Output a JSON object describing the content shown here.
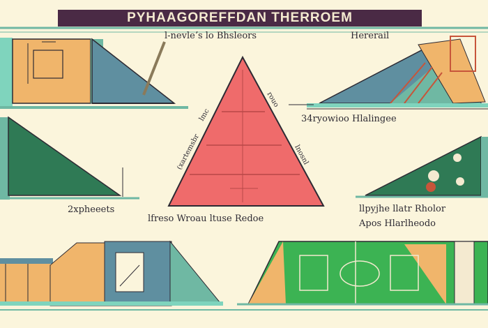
{
  "title": "PYHAAGOREFFDAN THERROEM",
  "labels": {
    "top_center": "l-nevleʼs lo Bhsleors",
    "top_right": "Hererail",
    "mid_right": "34ryowioo Hlalingee",
    "left_low": "2xpheeets",
    "bottom_center": "lfreso Wroau  ltuse Redoe",
    "bottom_right_line1": "llpyjhe llatr Rholor",
    "bottom_right_line2": "Apos Hlarlheodo",
    "tri_left_side": "(xartemsbr",
    "tri_right_side": "lnosnl",
    "tri_top_right": "rouo",
    "tri_top_left": "lmc"
  },
  "colors": {
    "background": "#fbf5dc",
    "banner": "#4a2a45",
    "triangle": "#ef6b6b",
    "teal": "#6fb8a3",
    "mint": "#7fd4bd",
    "dark_green": "#2f7a55",
    "bright_green": "#3cb353",
    "orange": "#f0b56b",
    "slate_blue": "#5f8fa0"
  }
}
